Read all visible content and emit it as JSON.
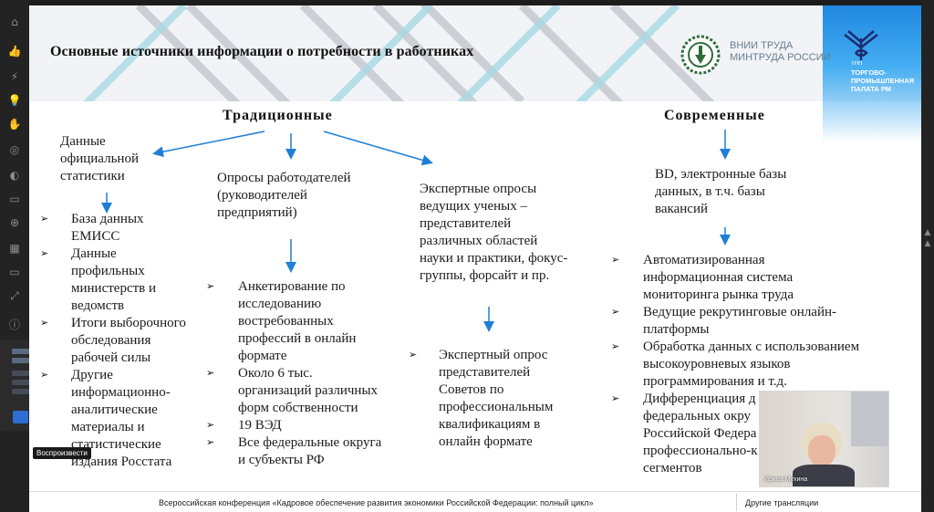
{
  "slide": {
    "title": "Основные источники информации о потребности в работниках",
    "logos": {
      "vnii": {
        "line1": "ВНИИ ТРУДА",
        "line2": "МИНТРУДА РОССИИ",
        "icon": "vnii-emblem-icon"
      },
      "tpp": {
        "line0": "ТПП",
        "line1": "ТОРГОВО-",
        "line2": "ПРОМЫШЛЕННАЯ",
        "line3": "ПАЛАТА РМ",
        "icon": "tpp-emblem-icon"
      }
    },
    "traditional": {
      "heading": "Традиционные",
      "col1": {
        "lines": [
          "Данные",
          "официальной",
          "статистики"
        ],
        "items": [
          [
            "База данных",
            "ЕМИСС"
          ],
          [
            "Данные",
            "профильных",
            "министерств и",
            "ведомств"
          ],
          [
            "Итоги выборочного",
            "обследования",
            "рабочей силы"
          ],
          [
            "Другие",
            "информационно-",
            "аналитические",
            "материалы и",
            "статистические",
            "издания Росстата"
          ]
        ]
      },
      "col2": {
        "lines": [
          "Опросы работодателей",
          "(руководителей",
          "предприятий)"
        ],
        "items": [
          [
            "Анкетирование по",
            "исследованию",
            "востребованных",
            "профессий в онлайн",
            "формате"
          ],
          [
            "Около 6 тыс.",
            "организаций различных",
            "форм собственности"
          ],
          [
            "19 ВЭД"
          ],
          [
            "Все федеральные округа",
            "и субъекты РФ"
          ]
        ]
      },
      "col3": {
        "lines": [
          "Экспертные опросы",
          "ведущих ученых –",
          "представителей",
          "различных областей",
          "науки и практики, фокус-",
          "группы, форсайт и пр."
        ],
        "items": [
          [
            "Экспертный опрос",
            "представителей",
            "Советов по",
            "профессиональным",
            "квалификациям в",
            "онлайн формате"
          ]
        ]
      }
    },
    "modern": {
      "heading": "Современные",
      "lines": [
        "BD, электронные базы",
        "данных, в т.ч. базы",
        "вакансий"
      ],
      "items": [
        [
          "Автоматизированная",
          "информационная система",
          "мониторинга рынка труда"
        ],
        [
          "Ведущие рекрутинговые онлайн-",
          "платформы"
        ],
        [
          "Обработка данных с использованием",
          "высокоуровневых языков",
          "программирования и т.д."
        ],
        [
          "Дифференциация д",
          "федеральных окру",
          "Российской Федера",
          "профессионально-к",
          "сегментов"
        ]
      ]
    },
    "bullet_glyph": "➢"
  },
  "webcam": {
    "name": "Ирина Мухина"
  },
  "player": {
    "play_tag": "Воспроизвести"
  },
  "bottom": {
    "conference": "Всероссийская конференция «Кадровое обеспечение развития экономики Российской Федерации: полный цикл»",
    "other_streams": "Другие трансляции"
  },
  "colors": {
    "arrow": "#1f7fd6",
    "corner_blue": "#2a93e6"
  }
}
